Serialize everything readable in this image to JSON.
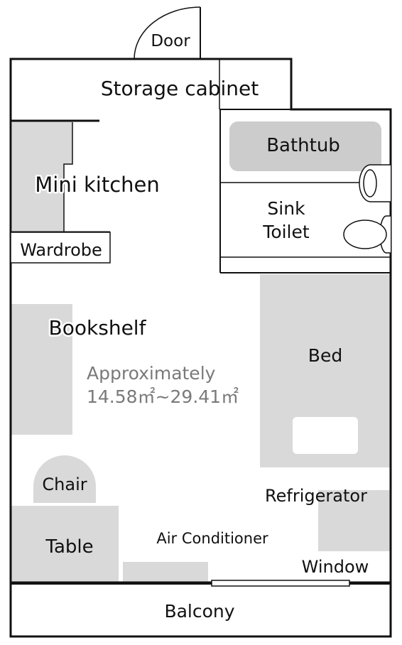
{
  "colors": {
    "wall": "#111111",
    "furniture": "#d9d9d9",
    "bathtub": "#cccccc",
    "background": "#ffffff",
    "area_text": "#7a7a7a"
  },
  "labels": {
    "door": "Door",
    "storage_cabinet": "Storage cabinet",
    "bathtub": "Bathtub",
    "mini_kitchen": "Mini kitchen",
    "sink": "Sink",
    "toilet": "Toilet",
    "wardrobe": "Wardrobe",
    "bookshelf": "Bookshelf",
    "bed": "Bed",
    "area_prefix": "Approximately",
    "area_value": "14.58㎡~29.41㎡",
    "chair": "Chair",
    "refrigerator": "Refrigerator",
    "table": "Table",
    "air_conditioner": "Air Conditioner",
    "window": "Window",
    "balcony": "Balcony"
  }
}
